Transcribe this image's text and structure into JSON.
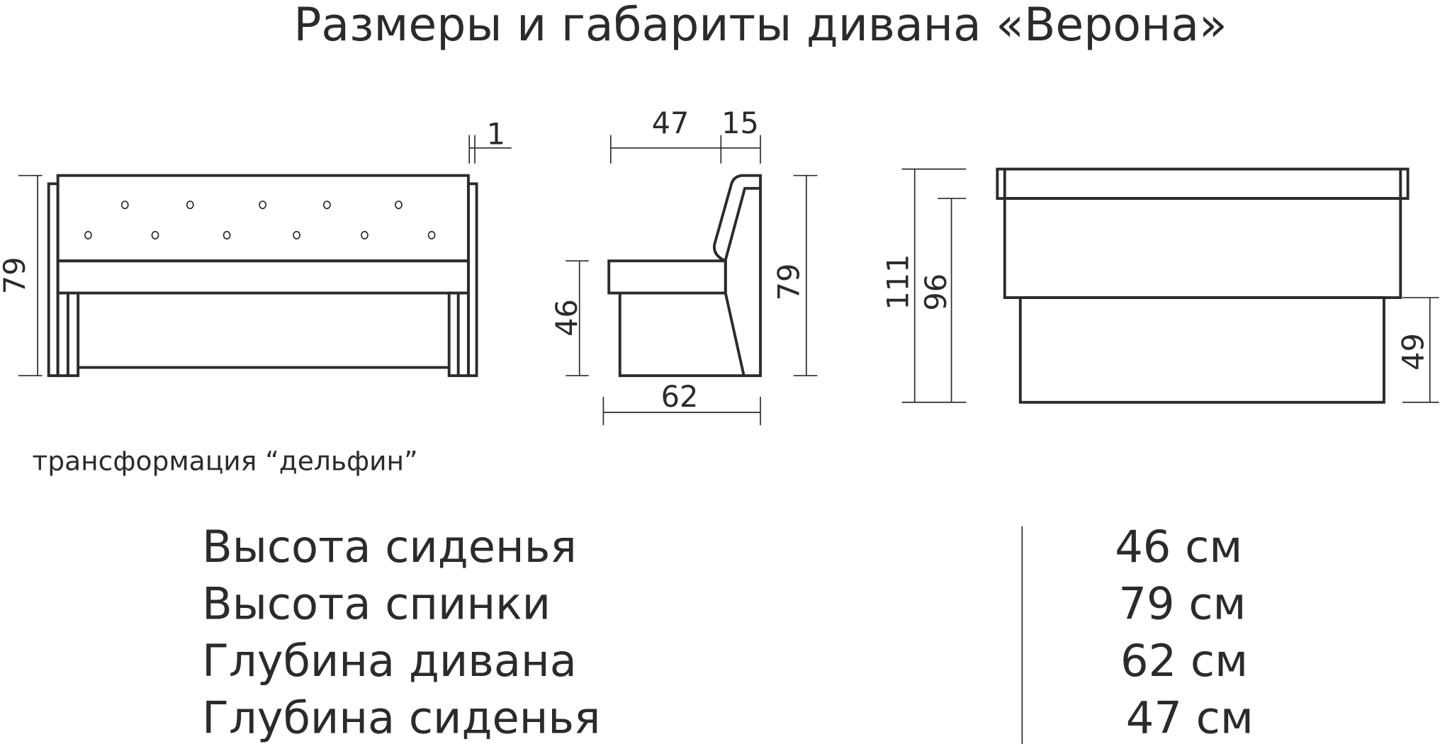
{
  "title": "Размеры и габариты дивана «Верона»",
  "front_view": {
    "height_label": "79",
    "arm_offset_label": "1"
  },
  "side_view": {
    "seat_depth_label": "47",
    "back_depth_label": "15",
    "seat_height_label": "46",
    "height_label": "79",
    "depth_label": "62"
  },
  "unfolded_view": {
    "total_label": "111",
    "inner_label": "96",
    "lower_label": "49"
  },
  "transformation": "трансформация “дельфин”",
  "specs": [
    {
      "label": "Высота сиденья",
      "value": "46 см"
    },
    {
      "label": "Высота спинки",
      "value": "79 см"
    },
    {
      "label": "Глубина дивана",
      "value": "62 см"
    },
    {
      "label": "Глубина сиденья",
      "value": "47 см"
    }
  ]
}
